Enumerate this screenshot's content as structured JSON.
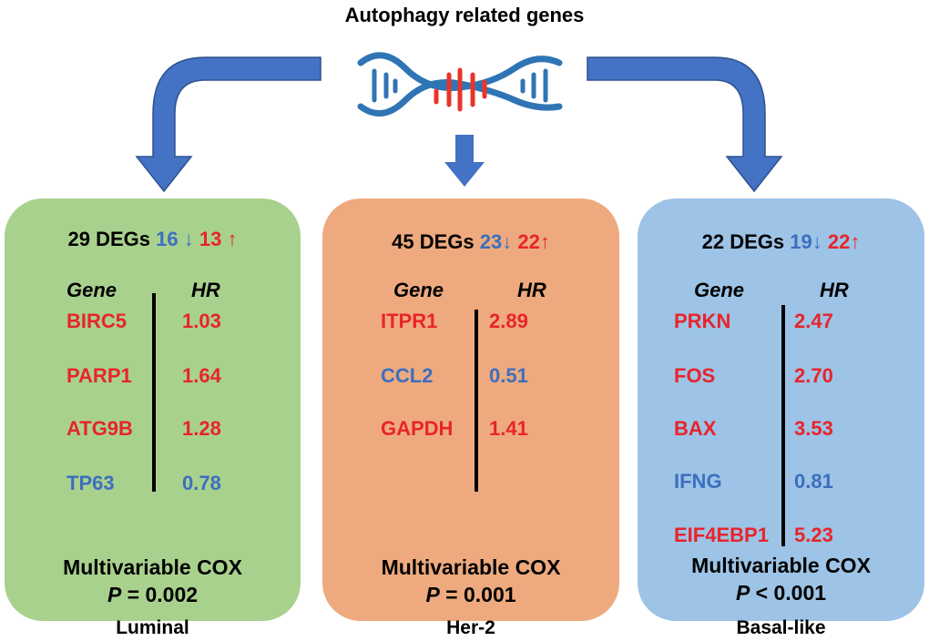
{
  "title": "Autophagy related genes",
  "colors": {
    "up": "#e8242a",
    "down": "#3c6fbf",
    "arrow": "#4472c4"
  },
  "panels": [
    {
      "name": "Luminal",
      "fill": "#a9d18e",
      "degs": "29 DEGs",
      "down": "16 ↓",
      "up": "13 ↑",
      "gene_header": "Gene",
      "hr_header": "HR",
      "rows": [
        {
          "gene": "BIRC5",
          "hr": "1.03",
          "dir": "up"
        },
        {
          "gene": "PARP1",
          "hr": "1.64",
          "dir": "up"
        },
        {
          "gene": "ATG9B",
          "hr": "1.28",
          "dir": "up"
        },
        {
          "gene": "TP63",
          "hr": "0.78",
          "dir": "down"
        }
      ],
      "cox": "Multivariable COX",
      "p_label": "P",
      "p_value": "= 0.002"
    },
    {
      "name": "Her-2",
      "fill": "#eeaa7e",
      "degs": "45 DEGs",
      "down": "23↓",
      "up": "22↑",
      "gene_header": "Gene",
      "hr_header": "HR",
      "rows": [
        {
          "gene": "ITPR1",
          "hr": "2.89",
          "dir": "up"
        },
        {
          "gene": "CCL2",
          "hr": "0.51",
          "dir": "down"
        },
        {
          "gene": "GAPDH",
          "hr": "1.41",
          "dir": "up"
        }
      ],
      "cox": "Multivariable COX",
      "p_label": "P",
      "p_value": "= 0.001"
    },
    {
      "name": "Basal-like",
      "fill": "#9dc3e6",
      "degs": "22 DEGs",
      "down": "19↓",
      "up": "22↑",
      "gene_header": "Gene",
      "hr_header": "HR",
      "rows": [
        {
          "gene": "PRKN",
          "hr": "2.47",
          "dir": "up"
        },
        {
          "gene": "FOS",
          "hr": "2.70",
          "dir": "up"
        },
        {
          "gene": "BAX",
          "hr": "3.53",
          "dir": "up"
        },
        {
          "gene": "IFNG",
          "hr": "0.81",
          "dir": "down"
        },
        {
          "gene": "EIF4EBP1",
          "hr": "5.23",
          "dir": "up"
        }
      ],
      "cox": "Multivariable COX",
      "p_label": "P",
      "p_value": " < 0.001"
    }
  ]
}
